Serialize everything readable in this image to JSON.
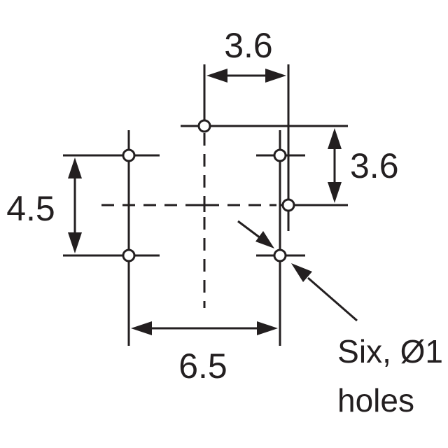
{
  "diagram": {
    "line_color": "#231f20",
    "background": "#ffffff",
    "dimensions": {
      "top_width": "3.6",
      "right_height": "3.6",
      "left_height": "4.5",
      "bottom_width": "6.5"
    },
    "note": {
      "line1": "Six, Ø1",
      "line2": "holes"
    }
  }
}
